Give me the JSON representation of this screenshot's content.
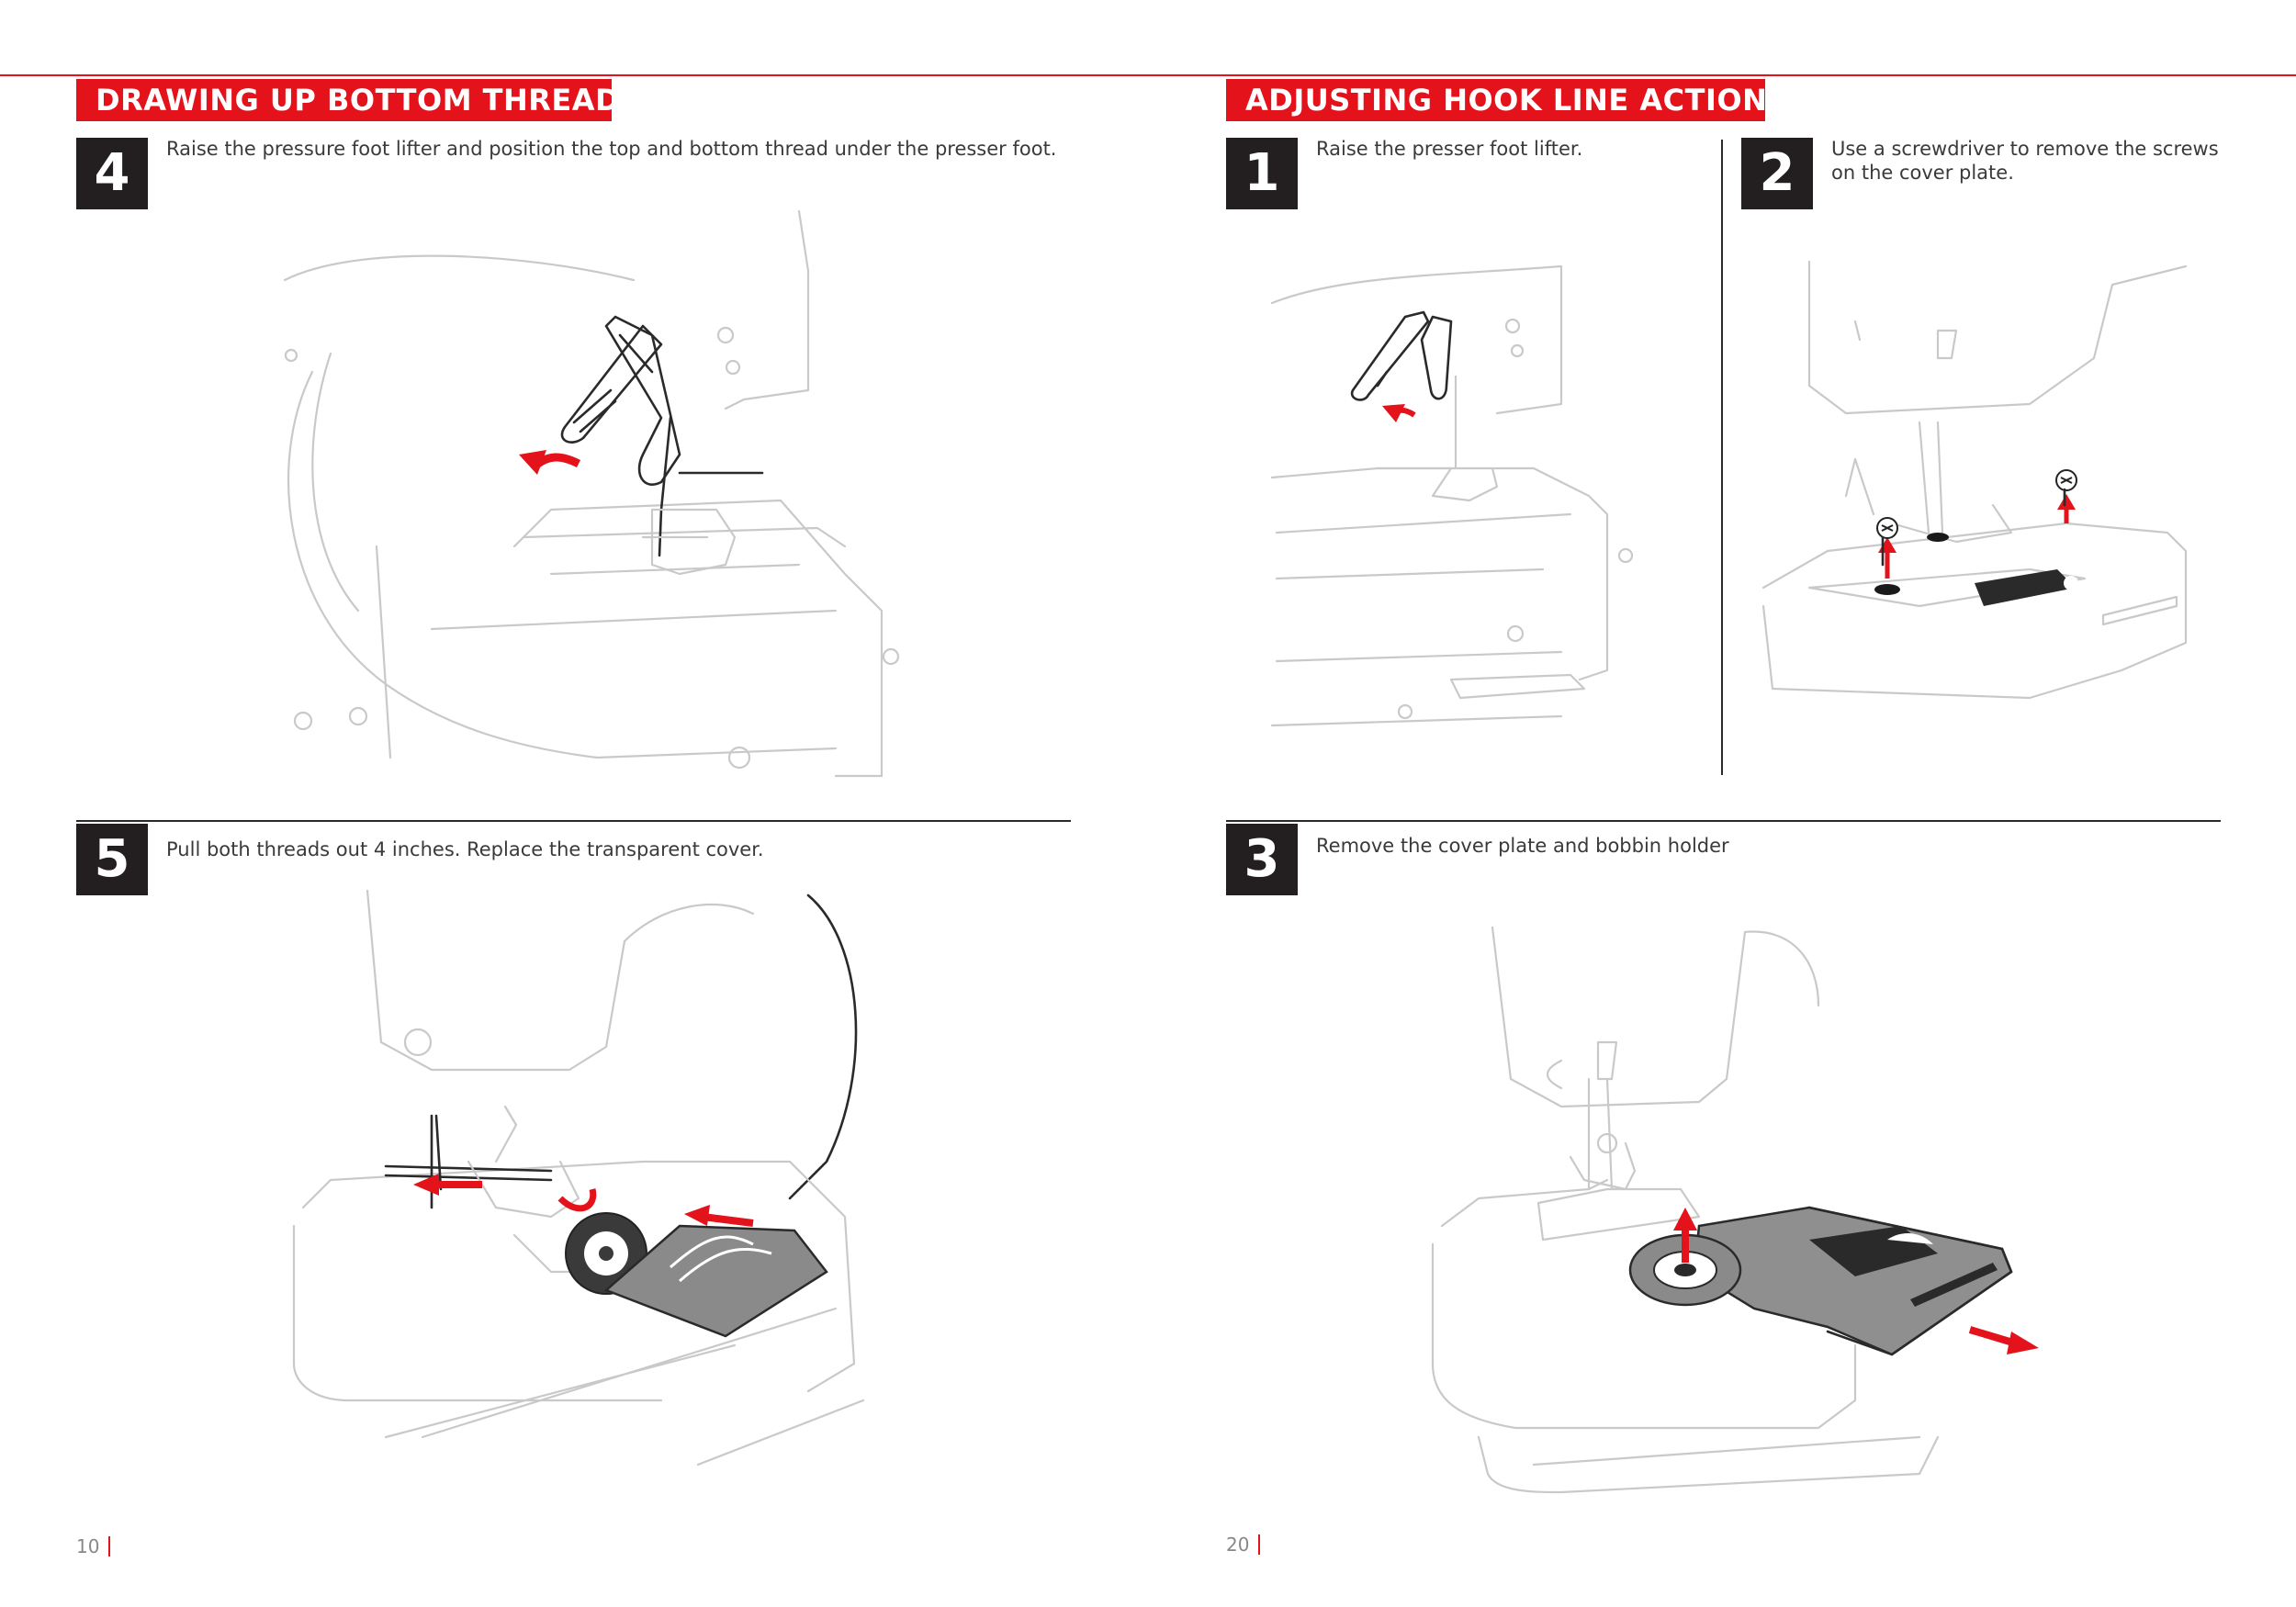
{
  "colors": {
    "accent": "#e3121b",
    "dark": "#231f20",
    "line": "#c9c9c9"
  },
  "left_page": {
    "heading": "DRAWING UP BOTTOM THREAD",
    "steps": [
      {
        "number": "4",
        "text": "Raise the pressure foot lifter and position the top and bottom thread under the presser foot."
      },
      {
        "number": "5",
        "text": "Pull both threads out 4 inches. Replace the transparent cover."
      }
    ],
    "page_number": "10"
  },
  "right_page": {
    "heading": "ADJUSTING HOOK LINE ACTION",
    "steps": [
      {
        "number": "1",
        "text": "Raise the presser foot lifter."
      },
      {
        "number": "2",
        "text": "Use a screwdriver to remove the screws on the cover plate."
      },
      {
        "number": "3",
        "text": "Remove the cover plate and bobbin holder"
      }
    ],
    "page_number": "20"
  }
}
